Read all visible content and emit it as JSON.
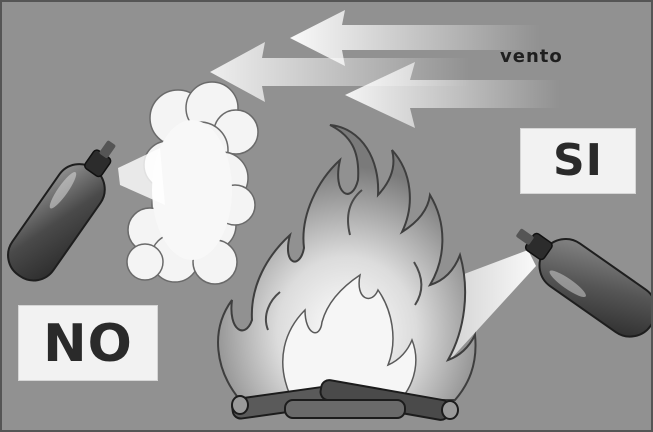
{
  "labels": {
    "wind": "vento",
    "yes": "SI",
    "no": "NO"
  },
  "colors": {
    "background": "#8f8f8f",
    "label_box": "#f2f2f2",
    "text": "#2a2a2a"
  },
  "icons": [
    "wind-arrows-icon",
    "fire-extinguisher-icon",
    "flame-icon",
    "powder-cloud-icon",
    "firewood-icon"
  ]
}
